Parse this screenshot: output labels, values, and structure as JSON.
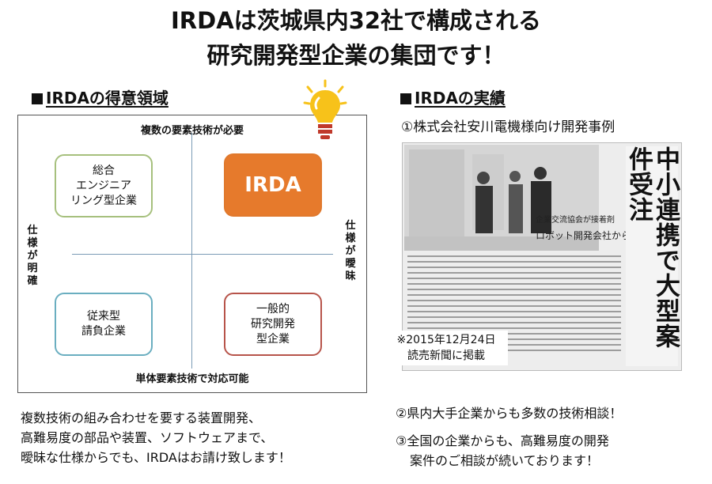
{
  "title": {
    "line1": "IRDAは茨城県内32社で構成される",
    "line2": "研究開発型企業の集団です！"
  },
  "left_section": {
    "heading": "IRDAの得意領域",
    "matrix": {
      "top_label": "複数の要素技術が必要",
      "bottom_label": "単体要素技術で対応可能",
      "left_label": "仕様が明確",
      "right_label": "仕様が曖昧",
      "top_left": "総合\nエンジニア\nリング型企業",
      "top_right": "IRDA",
      "bottom_left": "従来型\n請負企業",
      "bottom_right": "一般的\n研究開発\n型企業"
    },
    "description": [
      "複数技術の組み合わせを要する装置開発、",
      "高難易度の部品や装置、ソフトウェアまで、",
      "曖昧な仕様からでも、IRDAはお請け致します！"
    ]
  },
  "right_section": {
    "heading": "IRDAの実績",
    "case1": "①株式会社安川電機様向け開発事例",
    "clipping": {
      "headline": "中小連携で大型案件受注",
      "sub1": "企業交流協会が接着剤",
      "sub2": "ロボット開発会社から"
    },
    "note_line1": "※2015年12月24日",
    "note_line2": "読売新聞に掲載",
    "point2": "②県内大手企業からも多数の技術相談！",
    "point3_line1": "③全国の企業からも、高難易度の開発",
    "point3_line2": "案件のご相談が続いております！"
  },
  "icons": {
    "idea": "lightbulb-icon"
  },
  "colors": {
    "irda_orange": "#e67a2c",
    "green_border": "#a6c07d",
    "blue_border": "#6aaec0",
    "red_border": "#b7544a",
    "bulb_yellow": "#f7c21a"
  }
}
